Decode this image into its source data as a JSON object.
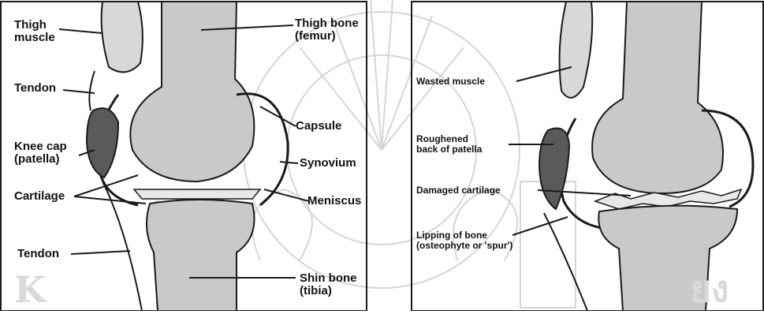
{
  "colors": {
    "outline": "#1a1a1a",
    "bone_fill": "#c9c9c9",
    "bone_light": "#dcdcdc",
    "dark_patella": "#5a5a5a",
    "watermark": "#d6d6d6"
  },
  "left_panel": {
    "labels": {
      "thigh_muscle": "Thigh\nmuscle",
      "thigh_bone": "Thigh bone\n(femur)",
      "tendon_top": "Tendon",
      "capsule": "Capsule",
      "knee_cap": "Knee cap\n(patella)",
      "synovium": "Synovium",
      "cartilage": "Cartilage",
      "meniscus": "Meniscus",
      "tendon_bottom": "Tendon",
      "shin_bone": "Shin bone\n(tibia)"
    }
  },
  "right_panel": {
    "labels": {
      "wasted_muscle": "Wasted muscle",
      "roughened": "Roughened\nback of patella",
      "damaged_cartilage": "Damaged cartilage",
      "lipping": "Lipping of bone\n(osteophyte or 'spur')"
    }
  },
  "watermark": {
    "text_left": "K",
    "text_right": "ยง"
  }
}
